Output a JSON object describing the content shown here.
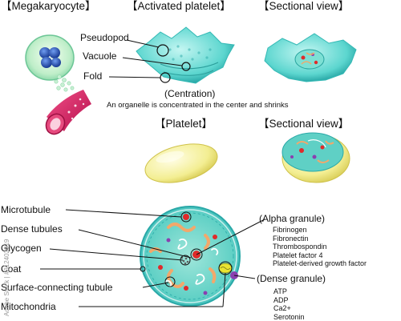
{
  "headings": {
    "megakaryocyte": "【Megakaryocyte】",
    "activated_platelet": "【Activated platelet】",
    "sectional_view_top": "【Sectional view】",
    "platelet": "【Platelet】",
    "sectional_view_bottom": "【Sectional view】"
  },
  "activated_labels": {
    "pseudopod": "Pseudopod",
    "vacuole": "Vacuole",
    "fold": "Fold"
  },
  "centration": {
    "title": "(Centration)",
    "description": "An organelle is concentrated in the center and shrinks"
  },
  "structure_labels": {
    "microtubule": "Microtubule",
    "dense_tubules": "Dense tubules",
    "glycogen": "Glycogen",
    "coat": "Coat",
    "surface_connecting_tubule": "Surface-connecting tubule",
    "mitochondria": "Mitochondria"
  },
  "alpha_granule": {
    "title": "(Alpha granule)",
    "items": [
      "Fibrinogen",
      "Fibronectin",
      "Thrombospondin",
      "Platelet factor 4",
      "Platelet-derived growth factor"
    ]
  },
  "dense_granule": {
    "title": "(Dense granule)",
    "items": [
      "ATP",
      "ADP",
      "Ca2+",
      "Serotonin"
    ]
  },
  "watermark": "Adobe Stock | #312402019",
  "colors": {
    "platelet_cyan": "#48d6d0",
    "alpha_granule_red": "#e02a2a",
    "dense_granule_purple": "#8a3fb0",
    "megakaryocyte_nucleus": "#2a58b8",
    "vessel_magenta": "#d4175c",
    "resting_platelet_yellow": "#f3ee92"
  }
}
